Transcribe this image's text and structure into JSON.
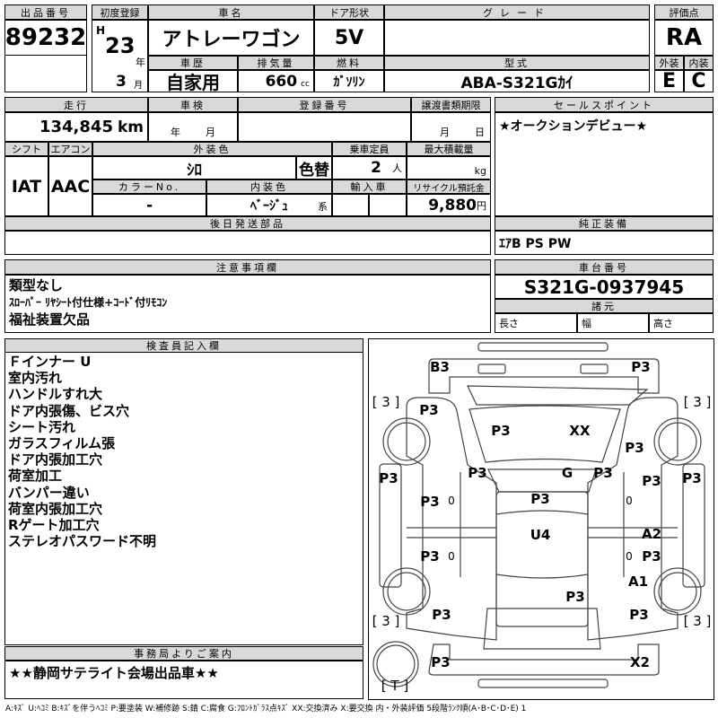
{
  "lot": {
    "label": "出品番号",
    "value": "89232"
  },
  "first_reg": {
    "label": "初度登録",
    "era": "H",
    "year": "23",
    "year_unit": "年",
    "month": "3",
    "month_unit": "月"
  },
  "car_name": {
    "label": "車名",
    "value": "アトレーワゴン"
  },
  "door": {
    "label": "ドア形状",
    "value": "5V"
  },
  "grade": {
    "label": "グレード",
    "value": ""
  },
  "history": {
    "label": "車歴",
    "value": "自家用"
  },
  "displacement": {
    "label": "排気量",
    "value": "660",
    "unit": "cc"
  },
  "fuel": {
    "label": "燃料",
    "value": "ｶﾞｿﾘﾝ"
  },
  "model": {
    "label": "型式",
    "value": "ABA-S321Gｶｲ"
  },
  "score": {
    "label": "評価点",
    "value": "RA",
    "exterior_label": "外装",
    "exterior": "E",
    "interior_label": "内装",
    "interior": "C"
  },
  "mileage": {
    "label": "走行",
    "value": "134,845",
    "unit": "km"
  },
  "inspection": {
    "label": "車検",
    "year_unit": "年",
    "month_unit": "月"
  },
  "reg_number": {
    "label": "登録番号",
    "value": ""
  },
  "doc_deadline": {
    "label": "譲渡書類期限",
    "month_unit": "月",
    "day_unit": "日"
  },
  "shift": {
    "label": "シフト",
    "value": "IAT"
  },
  "aircon": {
    "label": "エアコン",
    "value": "AAC"
  },
  "ext_color": {
    "label": "外装色",
    "value": "ｼﾛ",
    "repaint": "色替"
  },
  "capacity": {
    "label": "乗車定員",
    "value": "2",
    "unit": "人"
  },
  "max_load": {
    "label": "最大積載量",
    "unit": "kg"
  },
  "color_no": {
    "label": "カラーNo.",
    "value": "-"
  },
  "int_color": {
    "label": "内装色",
    "value": "ﾍﾞｰｼﾞｭ",
    "suffix": "系"
  },
  "import": {
    "label": "輸入車"
  },
  "recycle": {
    "label": "リサイクル預託金",
    "value": "9,880",
    "unit": "円"
  },
  "later_parts": {
    "label": "後日発送部品",
    "value": ""
  },
  "sales_point": {
    "label": "セールスポイント",
    "value": "★オークションデビュー★"
  },
  "equipment": {
    "label": "純正装備",
    "value": "ｴｱB PS PW"
  },
  "notes": {
    "label": "注意事項欄",
    "lines": [
      "類型なし",
      "ｽﾛｰﾊﾟｰ ﾘﾔｼｰﾄ付仕様+ｺｰﾄﾞ付ﾘﾓｺﾝ",
      "福祉装置欠品"
    ]
  },
  "chassis": {
    "label": "車台番号",
    "value": "S321G-0937945"
  },
  "specs": {
    "label": "諸元",
    "length": "長さ",
    "width": "幅",
    "height": "高さ"
  },
  "inspector": {
    "label": "検査員記入欄",
    "lines": [
      "Ｆインナー U",
      "室内汚れ",
      "ハンドルすれ大",
      "ドア内張傷、ビス穴",
      "シート汚れ",
      "ガラスフィルム張",
      "ドア内張加工穴",
      "荷室加工",
      "バンパー違い",
      "荷室内張加工穴",
      "Rゲート加工穴",
      "ステレオパスワード不明"
    ]
  },
  "office": {
    "label": "事務局よりご案内",
    "value": "★★静岡サテライト会場出品車★★"
  },
  "diagram": {
    "marks": [
      "B3",
      "P3",
      "[ 3 ]",
      "P3",
      "[ 3 ]",
      "P3",
      "XX",
      "P3",
      "P3",
      "P3",
      "G",
      "P3",
      "P3",
      "P3",
      "0",
      "P3",
      "0",
      "P3",
      "U4",
      "A2",
      "P3",
      "0",
      "0",
      "P3",
      "A1",
      "P3",
      "P3",
      "P3",
      "[ 3 ]",
      "[ 3 ]",
      "P3",
      "X2",
      "[ T ]"
    ]
  },
  "legend": "A:ｷｽﾞ  U:ﾍｺﾐ  B:ｷｽﾞを伴うﾍｺﾐ  P:要塗装  W:補修跡  S:錆  C:腐食  G:ﾌﾛﾝﾄｶﾞﾗｽ点ｷｽﾞ  XX:交換済み  X:要交換   内・外装評価  5段階ﾗﾝｸ順(A･B･C･D･E) 1"
}
